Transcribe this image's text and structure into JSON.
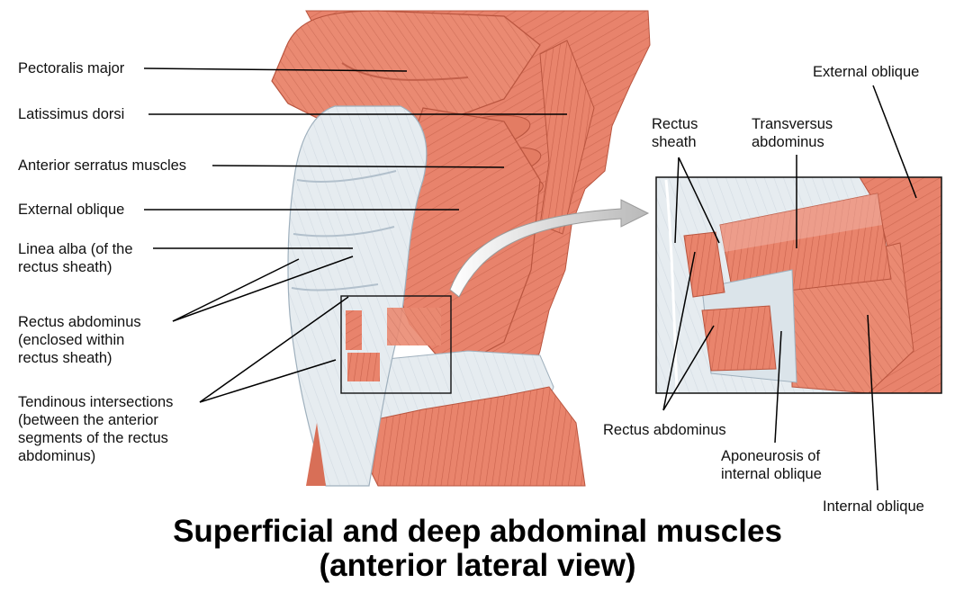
{
  "labels": {
    "pectoralis_major": "Pectoralis major",
    "latissimus_dorsi": "Latissimus dorsi",
    "anterior_serratus": "Anterior serratus muscles",
    "external_oblique_left": "External oblique",
    "linea_alba": "Linea alba (of the\nrectus sheath)",
    "rectus_abdominus_left": "Rectus abdominus\n(enclosed within\n rectus sheath)",
    "tendinous_intersections": "Tendinous intersections\n(between the anterior\nsegments of the rectus\nabdominus)",
    "rectus_sheath": "Rectus\nsheath",
    "transversus_abdominus": "Transversus\nabdominus",
    "external_oblique_right": "External oblique",
    "rectus_abdominus_right": "Rectus abdominus",
    "aponeurosis": "Aponeurosis of\ninternal oblique",
    "internal_oblique": "Internal oblique"
  },
  "title": {
    "line1": "Superficial and deep abdominal muscles",
    "line2": "(anterior lateral view)"
  },
  "colors": {
    "muscle": "#e8836c",
    "muscle_dark": "#c85a45",
    "muscle_light": "#f4a896",
    "fascia": "#e4eaef",
    "fascia_shade": "#c8d2da",
    "arrow": "#c8c8c8",
    "leader_line": "#000000"
  }
}
